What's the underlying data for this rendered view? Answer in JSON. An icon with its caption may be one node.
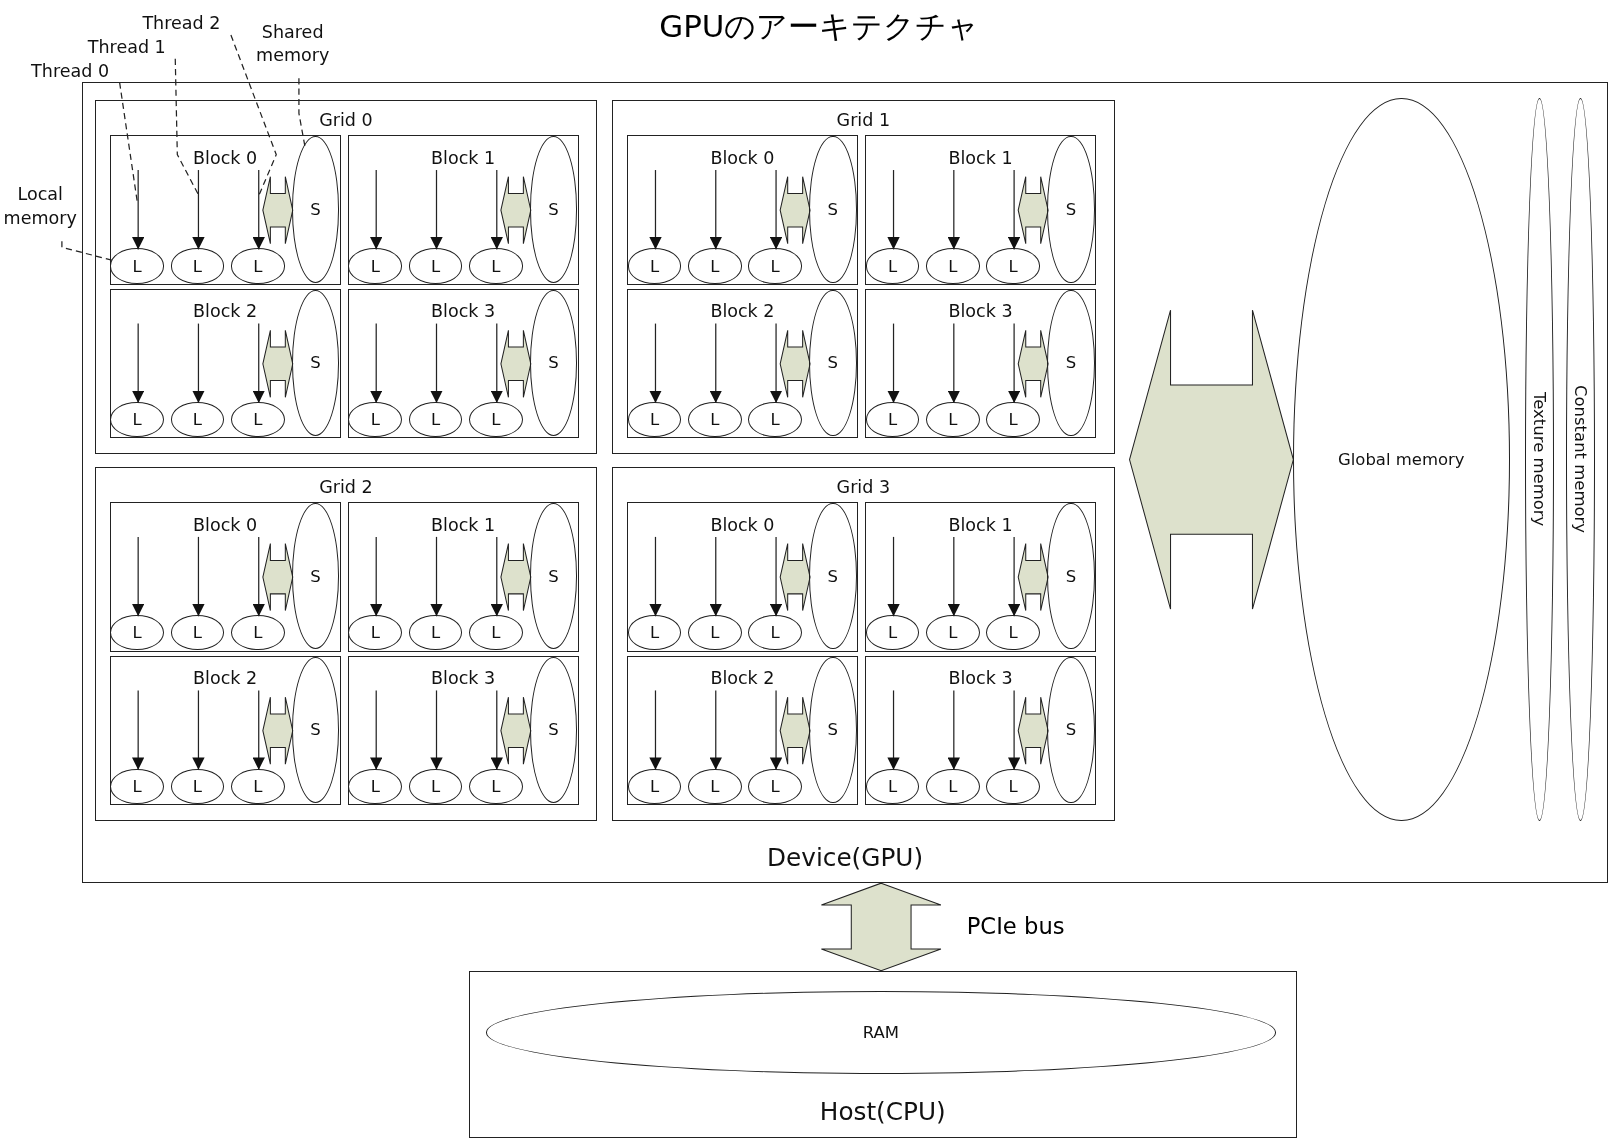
{
  "diagram": {
    "title": "GPUのアーキテクチャ",
    "nodes": [
      {
        "text": [
          "Thread 2"
        ]
      },
      {
        "text": [
          "Shared memory"
        ]
      },
      {
        "text": [
          "Thread 1"
        ]
      },
      {
        "text": [
          "Thread 0"
        ]
      },
      {
        "text": [
          "Local memory"
        ]
      },
      {
        "text": [
          "Device(GPU)"
        ]
      },
      {
        "text": [
          "Grid 0"
        ],
        "in": 5
      },
      {
        "text": [
          "Block 0"
        ],
        "in": 6
      },
      {
        "text": [
          "L"
        ],
        "in": 7
      },
      {
        "text": [
          "L"
        ],
        "in": 7
      },
      {
        "text": [
          "L"
        ],
        "in": 7
      },
      {
        "text": [
          "S"
        ],
        "in": 7
      },
      {
        "text": [
          "Block 1"
        ],
        "in": 6
      },
      {
        "text": [
          "L"
        ],
        "in": 12
      },
      {
        "text": [
          "L"
        ],
        "in": 12
      },
      {
        "text": [
          "L"
        ],
        "in": 12
      },
      {
        "text": [
          "S"
        ],
        "in": 12
      },
      {
        "text": [
          "Block 2"
        ],
        "in": 6
      },
      {
        "text": [
          "L"
        ],
        "in": 17
      },
      {
        "text": [
          "L"
        ],
        "in": 17
      },
      {
        "text": [
          "L"
        ],
        "in": 17
      },
      {
        "text": [
          "S"
        ],
        "in": 17
      },
      {
        "text": [
          "Block 3"
        ],
        "in": 6
      },
      {
        "text": [
          "L"
        ],
        "in": 22
      },
      {
        "text": [
          "L"
        ],
        "in": 22
      },
      {
        "text": [
          "L"
        ],
        "in": 22
      },
      {
        "text": [
          "S"
        ],
        "in": 22
      },
      {
        "text": [
          "Grid 1"
        ],
        "in": 5
      },
      {
        "text": [
          "Block 0"
        ],
        "in": 27
      },
      {
        "text": [
          "L"
        ],
        "in": 28
      },
      {
        "text": [
          "L"
        ],
        "in": 28
      },
      {
        "text": [
          "L"
        ],
        "in": 28
      },
      {
        "text": [
          "S"
        ],
        "in": 28
      },
      {
        "text": [
          "Block 1"
        ],
        "in": 27
      },
      {
        "text": [
          "L"
        ],
        "in": 33
      },
      {
        "text": [
          "L"
        ],
        "in": 33
      },
      {
        "text": [
          "L"
        ],
        "in": 33
      },
      {
        "text": [
          "S"
        ],
        "in": 33
      },
      {
        "text": [
          "Block 2"
        ],
        "in": 27
      },
      {
        "text": [
          "L"
        ],
        "in": 38
      },
      {
        "text": [
          "L"
        ],
        "in": 38
      },
      {
        "text": [
          "L"
        ],
        "in": 38
      },
      {
        "text": [
          "S"
        ],
        "in": 38
      },
      {
        "text": [
          "Block 3"
        ],
        "in": 27
      },
      {
        "text": [
          "L"
        ],
        "in": 43
      },
      {
        "text": [
          "L"
        ],
        "in": 43
      },
      {
        "text": [
          "L"
        ],
        "in": 43
      },
      {
        "text": [
          "S"
        ],
        "in": 43
      },
      {
        "text": [
          "Grid 2"
        ],
        "in": 5
      },
      {
        "text": [
          "Block 0"
        ],
        "in": 48
      },
      {
        "text": [
          "L"
        ],
        "in": 49
      },
      {
        "text": [
          "L"
        ],
        "in": 49
      },
      {
        "text": [
          "L"
        ],
        "in": 49
      },
      {
        "text": [
          "S"
        ],
        "in": 49
      },
      {
        "text": [
          "Block 1"
        ],
        "in": 48
      },
      {
        "text": [
          "L"
        ],
        "in": 54
      },
      {
        "text": [
          "L"
        ],
        "in": 54
      },
      {
        "text": [
          "L"
        ],
        "in": 54
      },
      {
        "text": [
          "S"
        ],
        "in": 54
      },
      {
        "text": [
          "Block 2"
        ],
        "in": 48
      },
      {
        "text": [
          "L"
        ],
        "in": 59
      },
      {
        "text": [
          "L"
        ],
        "in": 59
      },
      {
        "text": [
          "L"
        ],
        "in": 59
      },
      {
        "text": [
          "S"
        ],
        "in": 59
      },
      {
        "text": [
          "Block 3"
        ],
        "in": 48
      },
      {
        "text": [
          "L"
        ],
        "in": 64
      },
      {
        "text": [
          "L"
        ],
        "in": 64
      },
      {
        "text": [
          "L"
        ],
        "in": 64
      },
      {
        "text": [
          "S"
        ],
        "in": 64
      },
      {
        "text": [
          "Grid 3"
        ],
        "in": 5
      },
      {
        "text": [
          "Block 0"
        ],
        "in": 69
      },
      {
        "text": [
          "L"
        ],
        "in": 70
      },
      {
        "text": [
          "L"
        ],
        "in": 70
      },
      {
        "text": [
          "L"
        ],
        "in": 70
      },
      {
        "text": [
          "S"
        ],
        "in": 70
      },
      {
        "text": [
          "Block 1"
        ],
        "in": 69
      },
      {
        "text": [
          "L"
        ],
        "in": 75
      },
      {
        "text": [
          "L"
        ],
        "in": 75
      },
      {
        "text": [
          "L"
        ],
        "in": 75
      },
      {
        "text": [
          "S"
        ],
        "in": 75
      },
      {
        "text": [
          "Block 2"
        ],
        "in": 69
      },
      {
        "text": [
          "L"
        ],
        "in": 80
      },
      {
        "text": [
          "L"
        ],
        "in": 80
      },
      {
        "text": [
          "L"
        ],
        "in": 80
      },
      {
        "text": [
          "S"
        ],
        "in": 80
      },
      {
        "text": [
          "Block 3"
        ],
        "in": 69
      },
      {
        "text": [
          "L"
        ],
        "in": 85
      },
      {
        "text": [
          "L"
        ],
        "in": 85
      },
      {
        "text": [
          "L"
        ],
        "in": 85
      },
      {
        "text": [
          "S"
        ],
        "in": 85
      },
      {
        "text": [
          "Global memory"
        ],
        "in": 5
      },
      {
        "text": [
          "Texture memory"
        ],
        "in": 5
      },
      {
        "text": [
          "Constant memory"
        ],
        "in": 5
      },
      {
        "text": [
          "Host(CPU)"
        ]
      },
      {
        "text": [
          "RAM"
        ],
        "in": 93
      }
    ],
    "edges": [
      {
        "from": 3,
        "to": null,
        "arrow": "none",
        "style": "dashed"
      },
      {
        "from": 2,
        "to": null,
        "arrow": "none",
        "style": "dashed"
      },
      {
        "from": 0,
        "to": null,
        "arrow": "none",
        "style": "dashed"
      },
      {
        "from": 1,
        "to": 11,
        "arrow": "none",
        "style": "dashed"
      },
      {
        "from": 4,
        "to": 8,
        "arrow": "none",
        "style": "dashed"
      },
      {
        "from": null,
        "to": 8,
        "arrow": "to"
      },
      {
        "from": null,
        "to": 9,
        "arrow": "to"
      },
      {
        "from": null,
        "to": 10,
        "arrow": "to"
      },
      {
        "from": null,
        "to": 11,
        "arrow": "both",
        "style": "thick",
        "color": "#dde1cc"
      },
      {
        "from": null,
        "to": 13,
        "arrow": "to"
      },
      {
        "from": null,
        "to": 14,
        "arrow": "to"
      },
      {
        "from": null,
        "to": 15,
        "arrow": "to"
      },
      {
        "from": null,
        "to": 16,
        "arrow": "both",
        "style": "thick",
        "color": "#dde1cc"
      },
      {
        "from": null,
        "to": 18,
        "arrow": "to"
      },
      {
        "from": null,
        "to": 19,
        "arrow": "to"
      },
      {
        "from": null,
        "to": 20,
        "arrow": "to"
      },
      {
        "from": null,
        "to": 21,
        "arrow": "both",
        "style": "thick",
        "color": "#dde1cc"
      },
      {
        "from": null,
        "to": 23,
        "arrow": "to"
      },
      {
        "from": null,
        "to": 24,
        "arrow": "to"
      },
      {
        "from": null,
        "to": 25,
        "arrow": "to"
      },
      {
        "from": null,
        "to": 26,
        "arrow": "both",
        "style": "thick",
        "color": "#dde1cc"
      },
      {
        "from": null,
        "to": 29,
        "arrow": "to"
      },
      {
        "from": null,
        "to": 30,
        "arrow": "to"
      },
      {
        "from": null,
        "to": 31,
        "arrow": "to"
      },
      {
        "from": null,
        "to": 32,
        "arrow": "both",
        "style": "thick",
        "color": "#dde1cc"
      },
      {
        "from": null,
        "to": 34,
        "arrow": "to"
      },
      {
        "from": null,
        "to": 35,
        "arrow": "to"
      },
      {
        "from": null,
        "to": 36,
        "arrow": "to"
      },
      {
        "from": null,
        "to": 37,
        "arrow": "both",
        "style": "thick",
        "color": "#dde1cc"
      },
      {
        "from": null,
        "to": 39,
        "arrow": "to"
      },
      {
        "from": null,
        "to": 40,
        "arrow": "to"
      },
      {
        "from": null,
        "to": 41,
        "arrow": "to"
      },
      {
        "from": null,
        "to": 42,
        "arrow": "both",
        "style": "thick",
        "color": "#dde1cc"
      },
      {
        "from": null,
        "to": 44,
        "arrow": "to"
      },
      {
        "from": null,
        "to": 45,
        "arrow": "to"
      },
      {
        "from": null,
        "to": 46,
        "arrow": "to"
      },
      {
        "from": null,
        "to": 47,
        "arrow": "both",
        "style": "thick",
        "color": "#dde1cc"
      },
      {
        "from": null,
        "to": 50,
        "arrow": "to"
      },
      {
        "from": null,
        "to": 51,
        "arrow": "to"
      },
      {
        "from": null,
        "to": 52,
        "arrow": "to"
      },
      {
        "from": null,
        "to": 53,
        "arrow": "both",
        "style": "thick",
        "color": "#dde1cc"
      },
      {
        "from": null,
        "to": 55,
        "arrow": "to"
      },
      {
        "from": null,
        "to": 56,
        "arrow": "to"
      },
      {
        "from": null,
        "to": 57,
        "arrow": "to"
      },
      {
        "from": null,
        "to": 58,
        "arrow": "both",
        "style": "thick",
        "color": "#dde1cc"
      },
      {
        "from": null,
        "to": 60,
        "arrow": "to"
      },
      {
        "from": null,
        "to": 61,
        "arrow": "to"
      },
      {
        "from": null,
        "to": 62,
        "arrow": "to"
      },
      {
        "from": null,
        "to": 63,
        "arrow": "both",
        "style": "thick",
        "color": "#dde1cc"
      },
      {
        "from": null,
        "to": 65,
        "arrow": "to"
      },
      {
        "from": null,
        "to": 66,
        "arrow": "to"
      },
      {
        "from": null,
        "to": 67,
        "arrow": "to"
      },
      {
        "from": null,
        "to": 68,
        "arrow": "both",
        "style": "thick",
        "color": "#dde1cc"
      },
      {
        "from": null,
        "to": 71,
        "arrow": "to"
      },
      {
        "from": null,
        "to": 72,
        "arrow": "to"
      },
      {
        "from": null,
        "to": 73,
        "arrow": "to"
      },
      {
        "from": null,
        "to": 74,
        "arrow": "both",
        "style": "thick",
        "color": "#dde1cc"
      },
      {
        "from": null,
        "to": 76,
        "arrow": "to"
      },
      {
        "from": null,
        "to": 77,
        "arrow": "to"
      },
      {
        "from": null,
        "to": 78,
        "arrow": "to"
      },
      {
        "from": null,
        "to": 79,
        "arrow": "both",
        "style": "thick",
        "color": "#dde1cc"
      },
      {
        "from": null,
        "to": 81,
        "arrow": "to"
      },
      {
        "from": null,
        "to": 82,
        "arrow": "to"
      },
      {
        "from": null,
        "to": 83,
        "arrow": "to"
      },
      {
        "from": null,
        "to": 84,
        "arrow": "both",
        "style": "thick",
        "color": "#dde1cc"
      },
      {
        "from": null,
        "to": 86,
        "arrow": "to"
      },
      {
        "from": null,
        "to": 87,
        "arrow": "to"
      },
      {
        "from": null,
        "to": 88,
        "arrow": "to"
      },
      {
        "from": null,
        "to": 89,
        "arrow": "both",
        "style": "thick",
        "color": "#dde1cc"
      },
      {
        "from": null,
        "to": 90,
        "arrow": "both",
        "style": "thick",
        "color": "#dde1cc"
      },
      {
        "from": 5,
        "to": 93,
        "arrow": "both",
        "style": "thick",
        "color": "#dde1cc",
        "label": "PCIe bus"
      }
    ]
  }
}
